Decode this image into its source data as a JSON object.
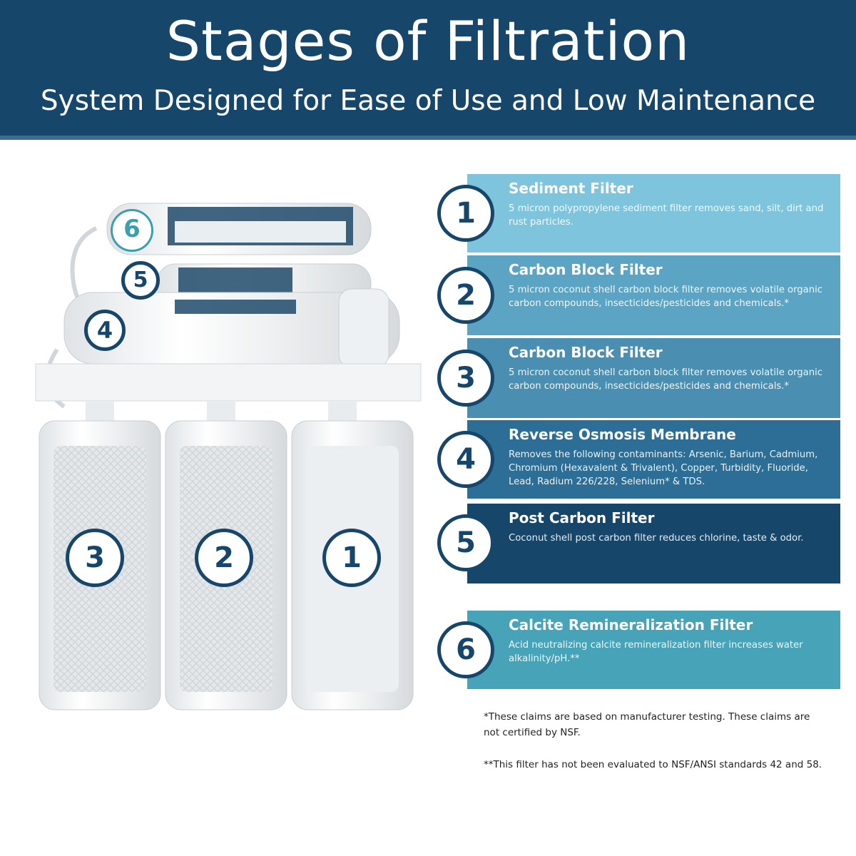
{
  "header": {
    "title": "Stages of Filtration",
    "subtitle": "System Designed for Ease of Use and Low Maintenance"
  },
  "stages": [
    {
      "number": "1",
      "name": "Sediment Filter",
      "description": "5  micron polypropylene sediment filter removes sand, silt, dirt and rust particles.",
      "color": "#7ec4dd"
    },
    {
      "number": "2",
      "name": "Carbon Block Filter",
      "description": "5 micron coconut shell carbon block filter removes volatile organic carbon compounds, insecticides/pesticides and chemicals.*",
      "color": "#5ca4c3"
    },
    {
      "number": "3",
      "name": "Carbon Block Filter",
      "description": "5 micron coconut shell carbon block filter removes volatile organic carbon compounds, insecticides/pesticides and chemicals.*",
      "color": "#4a8fb1"
    },
    {
      "number": "4",
      "name": "Reverse Osmosis Membrane",
      "description": "Removes the following contaminants: Arsenic, Barium, Cadmium, Chromium (Hexavalent & Trivalent), Copper, Turbidity, Fluoride, Lead, Radium 226/228, Selenium* & TDS.",
      "color": "#2c6e95"
    },
    {
      "number": "5",
      "name": "Post Carbon Filter",
      "description": "Coconut shell post carbon filter reduces chlorine, taste & odor.",
      "color": "#17466b"
    },
    {
      "number": "6",
      "name": "Calcite Remineralization Filter",
      "description": "Acid neutralizing calcite remineralization filter increases water alkalinity/pH.**",
      "color": "#46a3b8"
    }
  ],
  "notes": [
    "*These claims are based on manufacturer testing. These claims are not certified by NSF.",
    "**This filter has not been evaluated to NSF/ANSI standards 42 and 58."
  ],
  "product_labels": {
    "stage_1": "1",
    "stage_2": "2",
    "stage_3": "3",
    "stage_4": "4",
    "stage_5": "5",
    "stage_6": "6"
  }
}
